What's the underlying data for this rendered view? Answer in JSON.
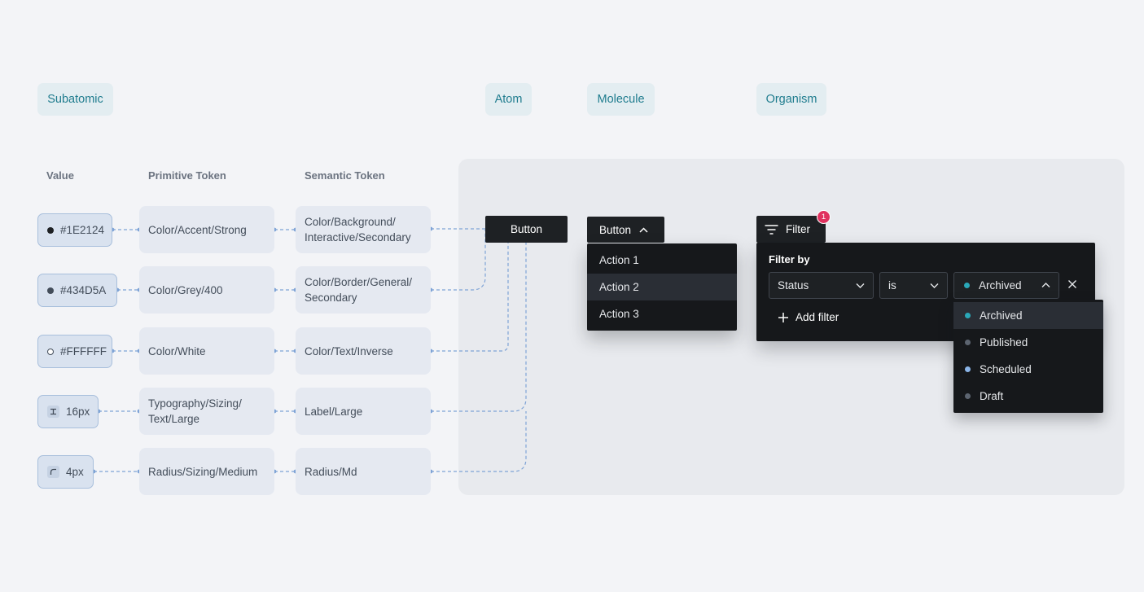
{
  "tiers": {
    "subatomic": "Subatomic",
    "atom": "Atom",
    "molecule": "Molecule",
    "organism": "Organism"
  },
  "column_headers": {
    "value": "Value",
    "primitive": "Primitive Token",
    "semantic": "Semantic Token"
  },
  "rows": [
    {
      "value": "#1E2124",
      "value_icon": "filled-dot-icon",
      "primitive": "Color/Accent/Strong",
      "semantic_line1": "Color/Background/",
      "semantic_line2": "Interactive/Secondary"
    },
    {
      "value": "#434D5A",
      "value_icon": "filled-dot-icon",
      "primitive": "Color/Grey/400",
      "semantic_line1": "Color/Border/General/",
      "semantic_line2": "Secondary"
    },
    {
      "value": "#FFFFFF",
      "value_icon": "hollow-dot-icon",
      "primitive": "Color/White",
      "semantic_line1": "Color/Text/Inverse",
      "semantic_line2": ""
    },
    {
      "value": "16px",
      "value_icon": "text-size-icon",
      "primitive_line1": "Typography/Sizing/",
      "primitive_line2": "Text/Large",
      "semantic_line1": "Label/Large",
      "semantic_line2": ""
    },
    {
      "value": "4px",
      "value_icon": "corner-radius-icon",
      "primitive": "Radius/Sizing/Medium",
      "semantic_line1": "Radius/Md",
      "semantic_line2": ""
    }
  ],
  "atom": {
    "button_label": "Button"
  },
  "molecule": {
    "button_label": "Button",
    "menu_items": [
      "Action 1",
      "Action 2",
      "Action 3"
    ],
    "active_index": 1
  },
  "organism": {
    "filter_label": "Filter",
    "badge_count": "1",
    "panel_title": "Filter by",
    "field_select": "Status",
    "operator_select": "is",
    "value_select": "Archived",
    "add_filter_label": "Add filter",
    "options": [
      {
        "label": "Archived",
        "color": "#2aa8b8"
      },
      {
        "label": "Published",
        "color": "#5c6470"
      },
      {
        "label": "Scheduled",
        "color": "#8ab4e8"
      },
      {
        "label": "Draft",
        "color": "#5c6470"
      }
    ]
  },
  "colors": {
    "background": "#f3f4f7",
    "stage": "#e8eaee",
    "accent_strong": "#1e2124",
    "tier_text": "#1f7c8e",
    "connector": "#7ea3d6",
    "badge": "#e0325f"
  }
}
